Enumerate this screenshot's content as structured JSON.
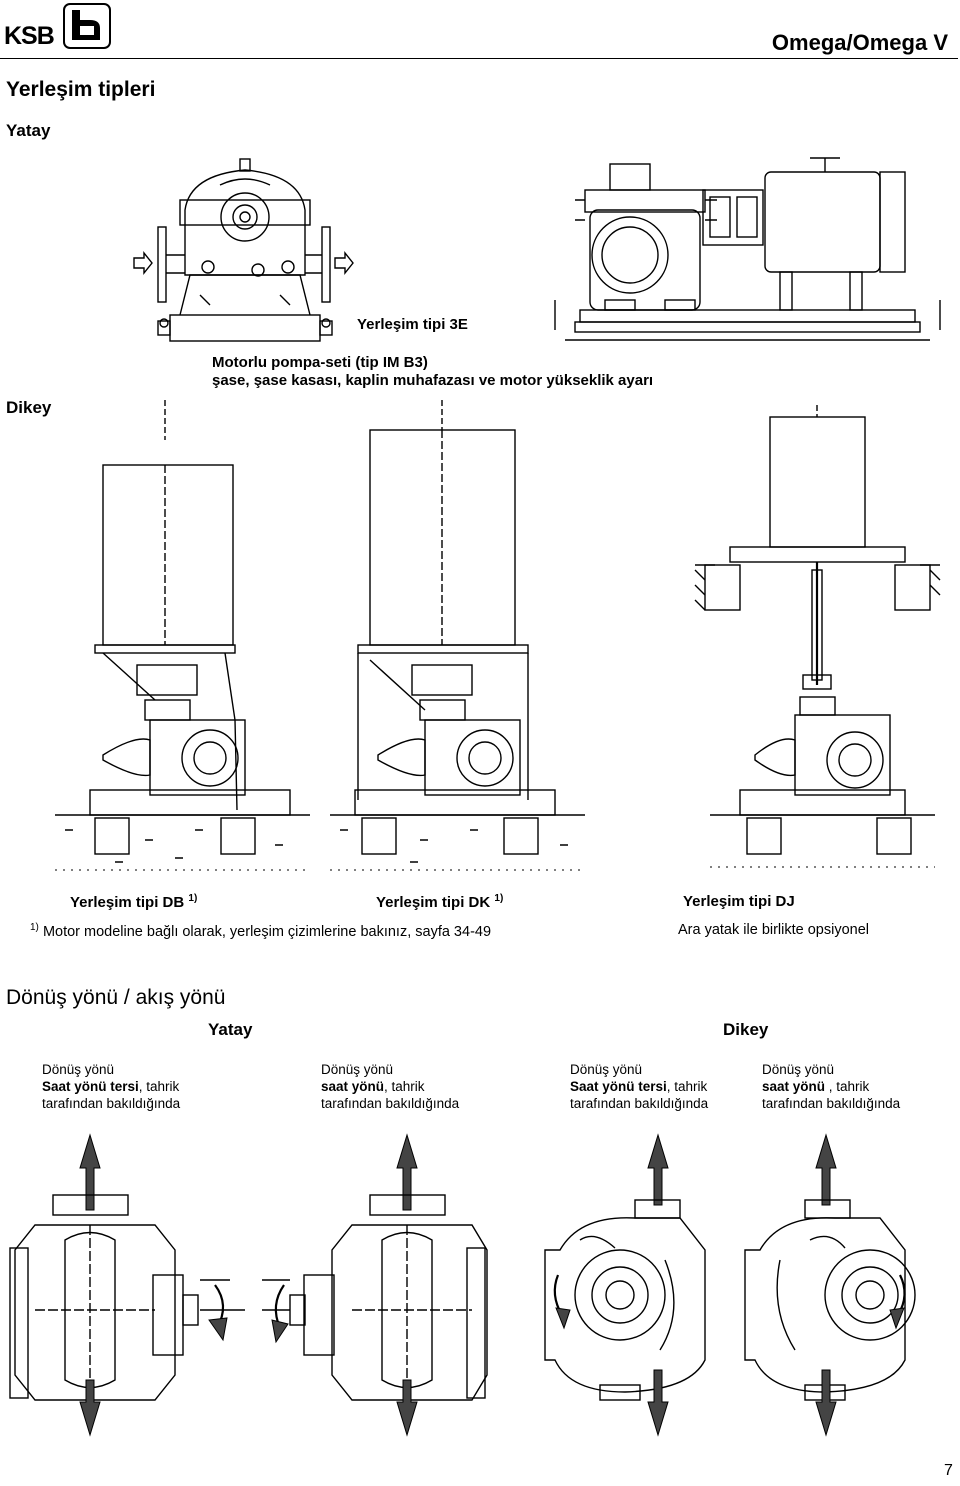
{
  "header": {
    "brand": "KSB",
    "doc_title": "Omega/Omega V"
  },
  "section1": {
    "title": "Yerleşim tipleri",
    "horizontal_label": "Yatay",
    "type_3e_caption": "Yerleşim tipi 3E",
    "motor_set_line1": "Motorlu pompa-seti (tip IM B3)",
    "motor_set_line2": "şase, şase kasası, kaplin muhafazası ve motor yükseklik ayarı",
    "vertical_label": "Dikey",
    "caption_db": "Yerleşim tipi DB",
    "caption_dk": "Yerleşim tipi DK",
    "caption_dj": "Yerleşim tipi DJ",
    "footnote_marker": "1)",
    "footnote_text": "Motor modeline bağlı olarak, yerleşim çizimlerine bakınız, sayfa 34-49",
    "dj_note": "Ara yatak ile birlikte opsiyonel"
  },
  "section2": {
    "title": "Dönüş yönü / akış yönü",
    "horizontal_label": "Yatay",
    "vertical_label": "Dikey",
    "items": [
      {
        "line1": "Dönüş yönü",
        "bold": "Saat yönü tersi",
        "rest": ", tahrik",
        "line3": "tarafından bakıldığında"
      },
      {
        "line1": "Dönüş yönü",
        "bold": "saat yönü",
        "rest": ", tahrik",
        "line3": "tarafından bakıldığında"
      },
      {
        "line1": "Dönüş yönü",
        "bold": "Saat yönü tersi",
        "rest": ", tahrik",
        "line3": "tarafından bakıldığında"
      },
      {
        "line1": "Dönüş yönü",
        "bold": "saat yönü",
        "rest": " , tahrik",
        "line3": "tarafından bakıldığında"
      }
    ]
  },
  "page_number": "7"
}
